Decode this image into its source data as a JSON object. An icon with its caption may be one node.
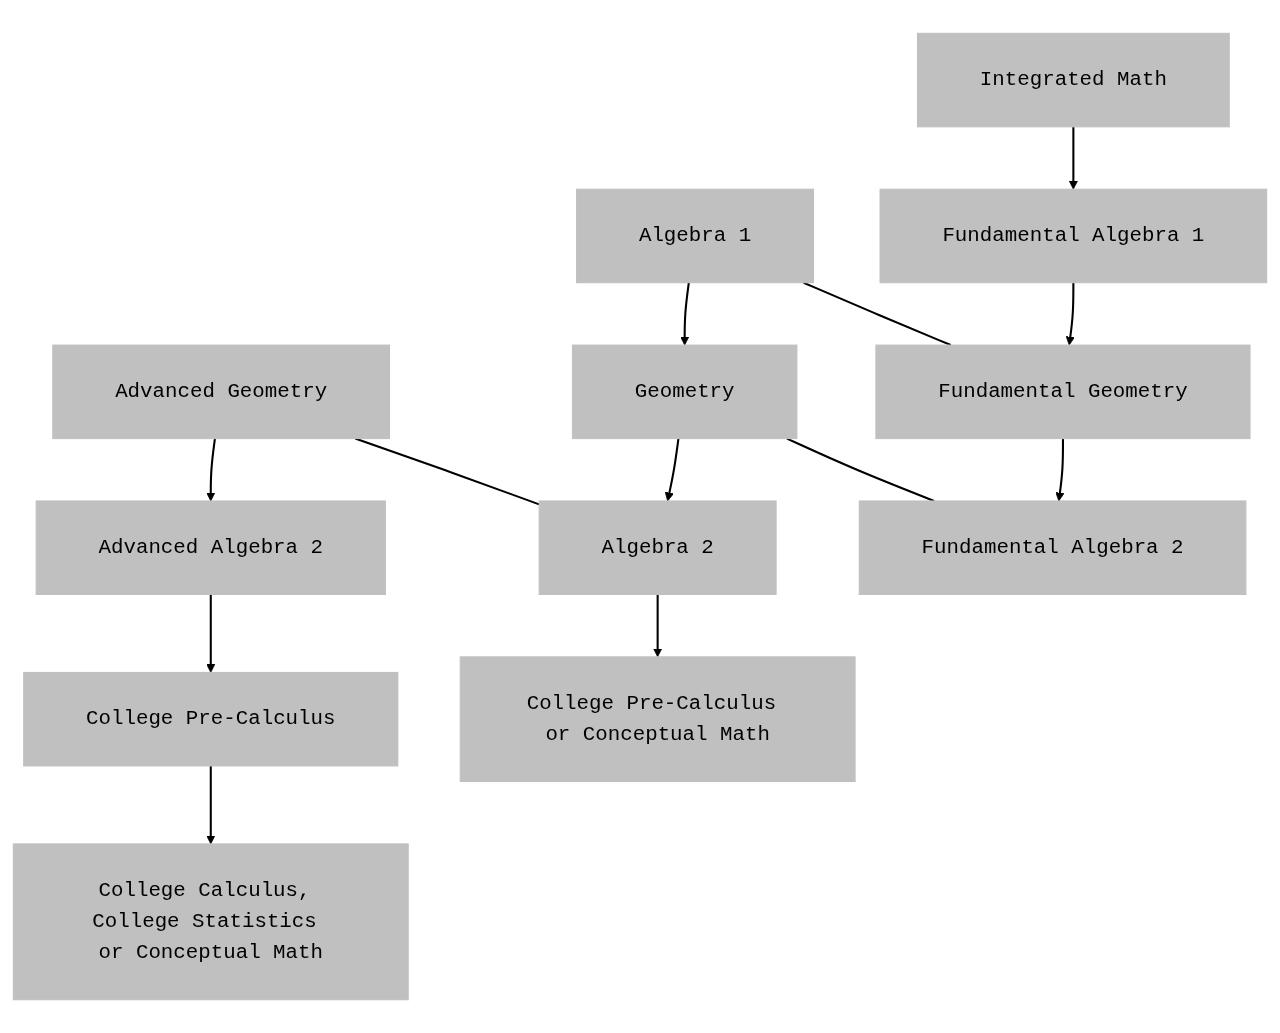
{
  "diagram": {
    "nodes": [
      {
        "text": [
          "Integrated Math"
        ]
      },
      {
        "text": [
          "Algebra 1"
        ]
      },
      {
        "text": [
          "Advanced Geometry"
        ]
      },
      {
        "text": [
          "Fundamental Algebra 1"
        ]
      },
      {
        "text": [
          "Geometry"
        ]
      },
      {
        "text": [
          "Advanced Algebra 2"
        ]
      },
      {
        "text": [
          "Fundamental Geometry"
        ]
      },
      {
        "text": [
          "Algebra 2"
        ]
      },
      {
        "text": [
          "College Pre-Calculus"
        ]
      },
      {
        "text": [
          "Fundamental Algebra 2"
        ]
      },
      {
        "text": [
          "College Pre-Calculus or Conceptual Math"
        ]
      },
      {
        "text": [
          "College Calculus, College Statistics or Conceptual Math"
        ]
      }
    ],
    "edges": [
      {
        "from": 0,
        "to": 3,
        "arrow": "to"
      },
      {
        "from": 1,
        "to": 4,
        "arrow": "to"
      },
      {
        "from": 2,
        "to": 5,
        "arrow": "to"
      },
      {
        "from": 3,
        "to": 6,
        "arrow": "to"
      },
      {
        "from": 4,
        "to": 7,
        "arrow": "to"
      },
      {
        "from": 5,
        "to": 8,
        "arrow": "to"
      },
      {
        "from": 6,
        "to": 9,
        "arrow": "to"
      },
      {
        "from": 7,
        "to": 10,
        "arrow": "to"
      },
      {
        "from": 8,
        "to": 11,
        "arrow": "to"
      },
      {
        "from": 6,
        "to": 1,
        "arrow": "none"
      },
      {
        "from": 9,
        "to": 4,
        "arrow": "none"
      },
      {
        "from": 7,
        "to": 2,
        "arrow": "none"
      }
    ]
  }
}
